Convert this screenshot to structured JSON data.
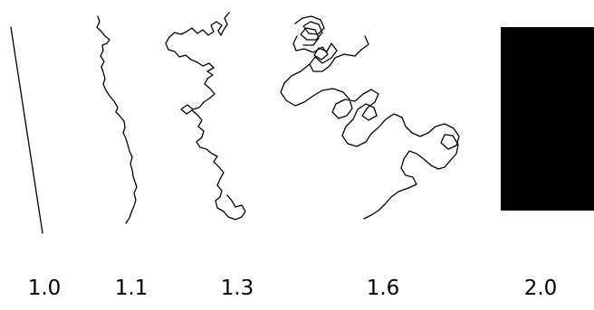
{
  "colors": {
    "background": "#ffffff",
    "stroke": "#000000"
  },
  "curves": [
    {
      "label": "1.0"
    },
    {
      "label": "1.1"
    },
    {
      "label": "1.3"
    },
    {
      "label": "1.6"
    },
    {
      "label": "2.0"
    }
  ]
}
